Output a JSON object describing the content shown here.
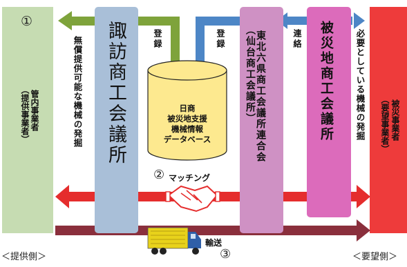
{
  "provider": {
    "number": "①",
    "label": "管内事業者",
    "sub": "（提供事業者）",
    "side_label": "＜提供側＞",
    "color": "#c6dcb2"
  },
  "requester": {
    "label": "被災事業者",
    "sub": "（要望事業者）",
    "side_label": "＜要望側＞",
    "color": "#ee3b3b"
  },
  "suwa": {
    "label": "諏訪商工会議所",
    "color": "#a9bfd8"
  },
  "tohoku": {
    "label": "東北六県商工会議所連合会",
    "sub": "（仙台商工会議所）",
    "color": "#cf91c4"
  },
  "hisaichi": {
    "label": "被災地商工会議所",
    "color": "#dc6bbb"
  },
  "database": {
    "lines": [
      "日商",
      "被災地支援",
      "機械情報",
      "データベース"
    ],
    "color": "#fde98f"
  },
  "arrows": {
    "discover_free": "無償提供可能な機械の発掘",
    "register_left": "登録",
    "register_right": "登録",
    "contact": "連絡",
    "discover_need": "必要としている機械の発掘"
  },
  "matching": {
    "number": "②",
    "label": "マッチング"
  },
  "transport": {
    "number": "③",
    "label": "輸送"
  },
  "colors": {
    "green_arrow": "#7ea33b",
    "blue_arrow": "#4d86c6",
    "red_arrow": "#e52d2d",
    "maroon_arrow": "#8a2f3c",
    "truck_cargo": "#e8d21b",
    "truck_cab": "#2f5fa8"
  },
  "icons": [
    "handshake-icon",
    "truck-icon"
  ]
}
